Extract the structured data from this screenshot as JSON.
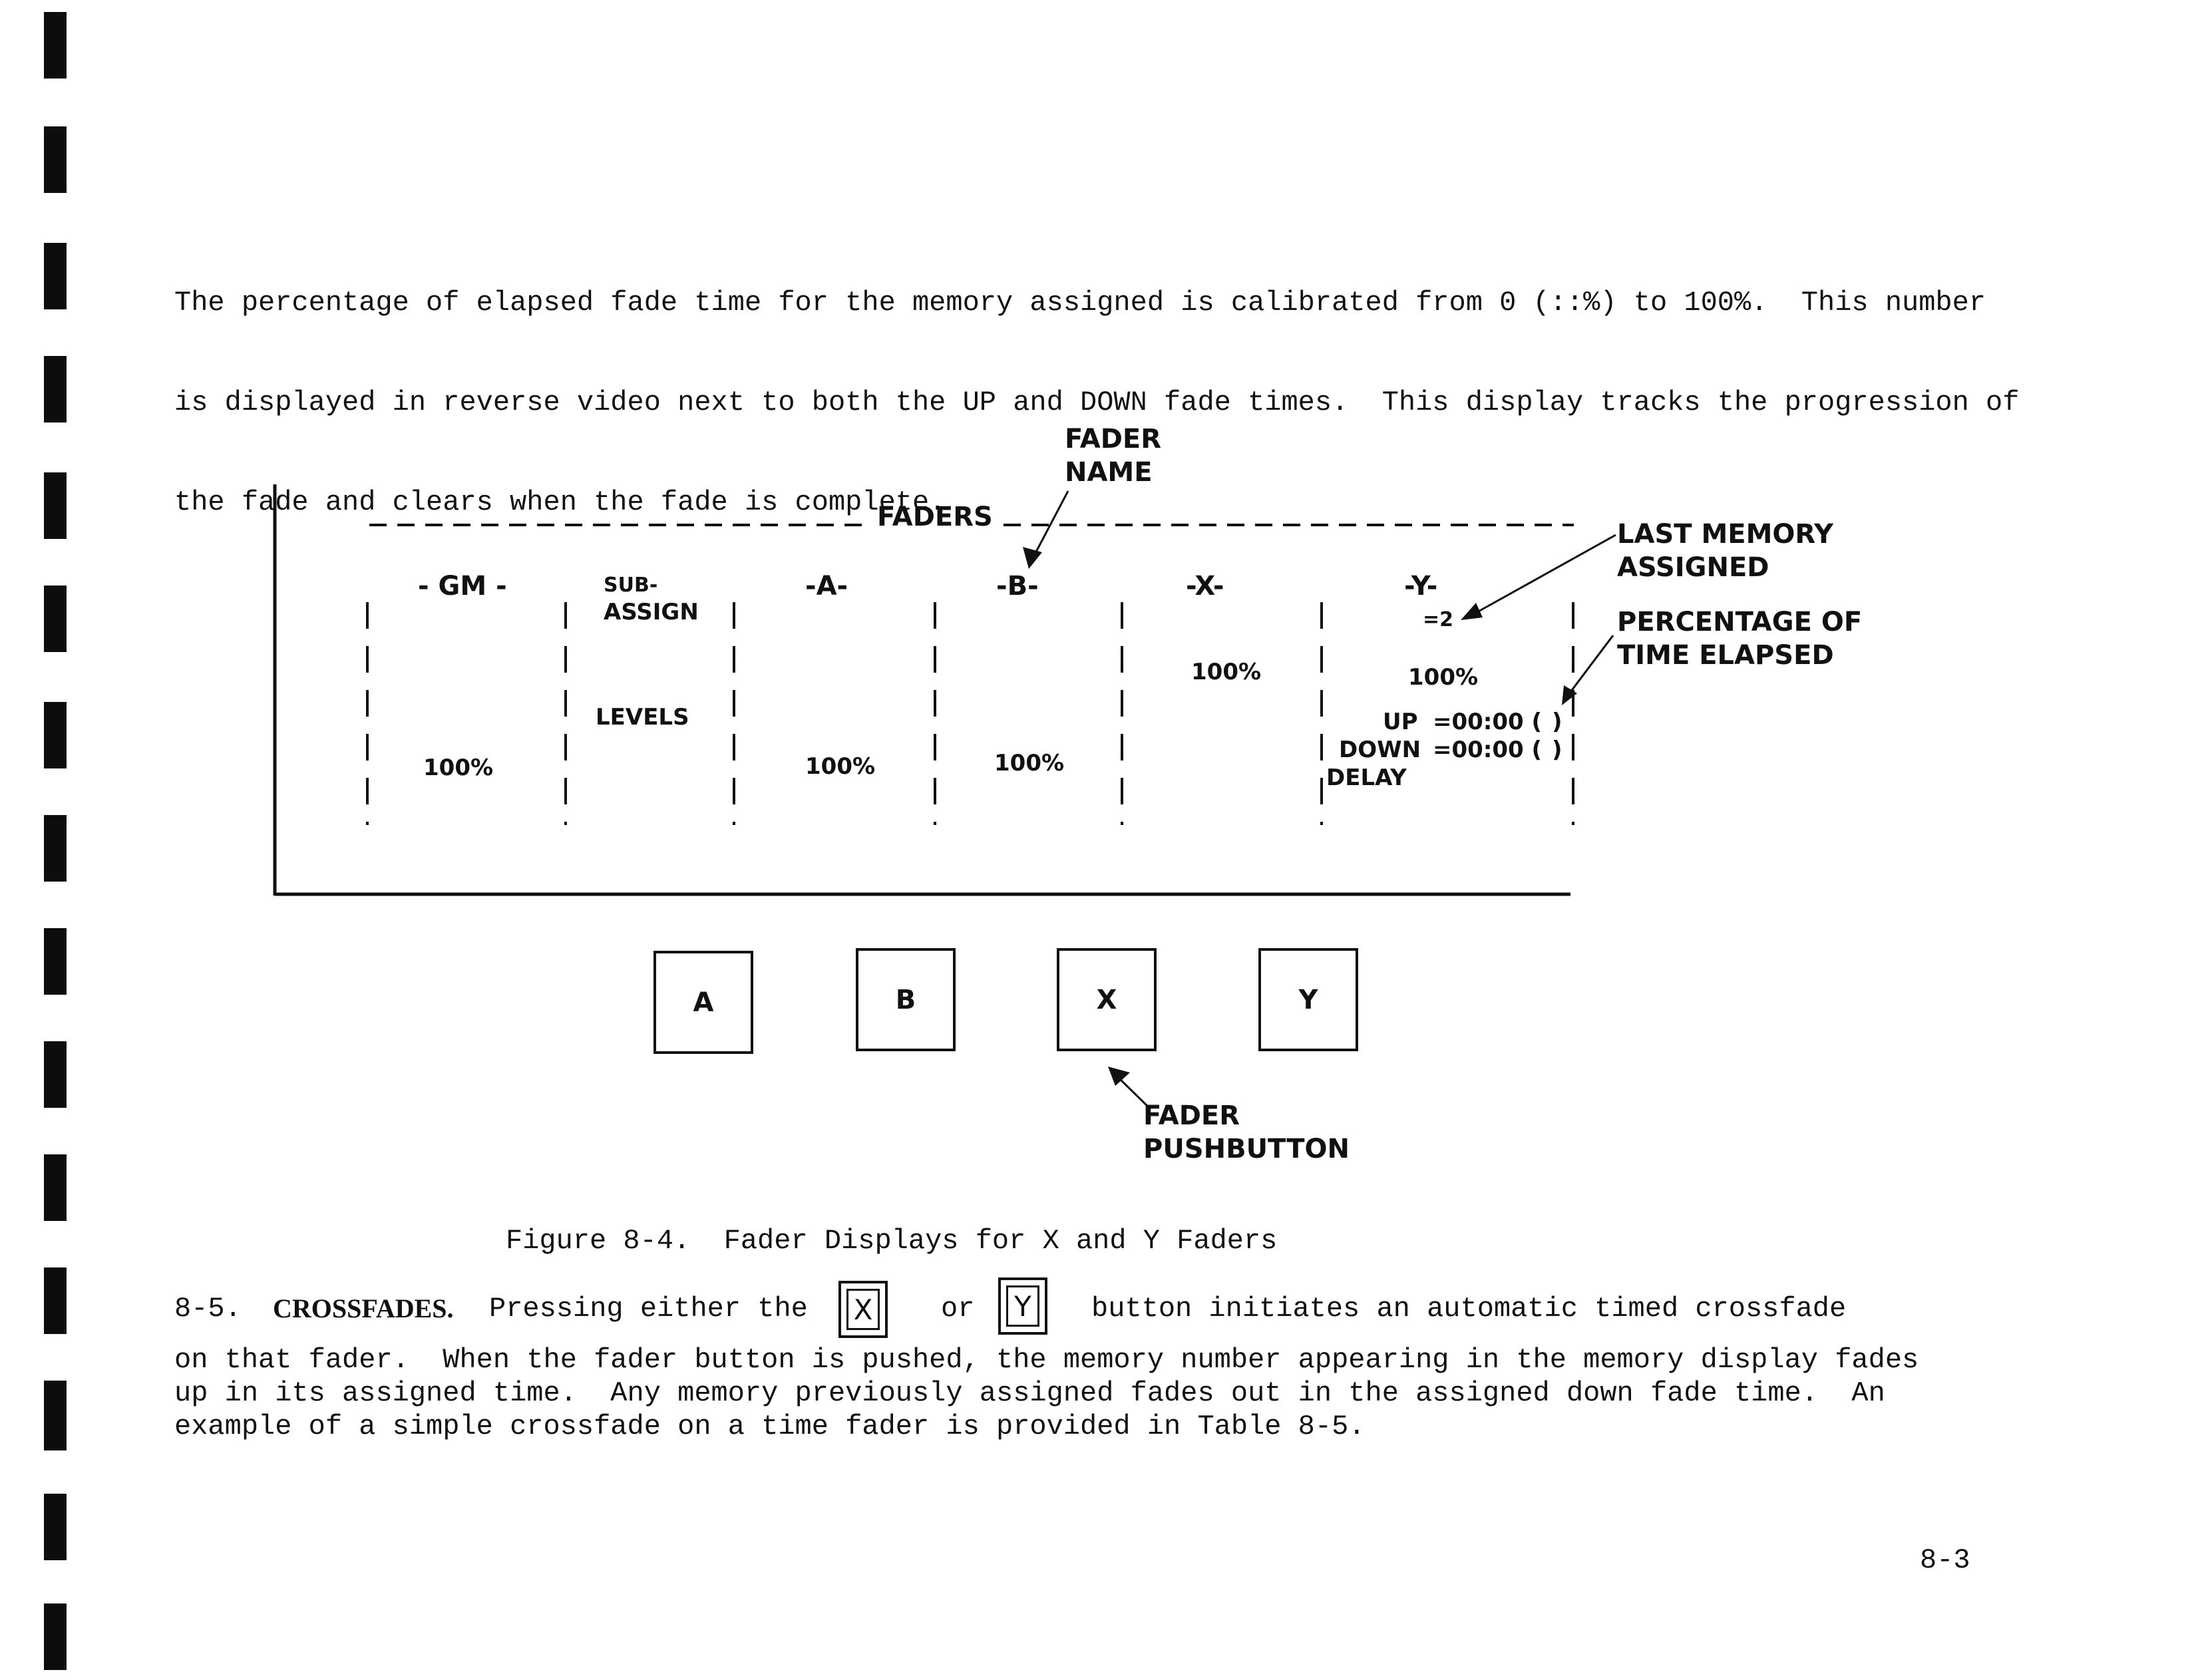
{
  "intro": {
    "line1": "The percentage of elapsed fade time for the memory assigned is calibrated from 0 (::%) to 100%.  This number",
    "line2": "is displayed in reverse video next to both the UP and DOWN fade times.  This display tracks the progression of",
    "line3": "the fade and clears when the fade is complete."
  },
  "figure": {
    "header_label": "FADERS",
    "callouts": {
      "fader_name_1": "FADER",
      "fader_name_2": "NAME",
      "last_memory_1": "LAST MEMORY",
      "last_memory_2": "ASSIGNED",
      "percentage_1": "PERCENTAGE OF",
      "percentage_2": "TIME ELAPSED",
      "pushbutton_1": "FADER",
      "pushbutton_2": "PUSHBUTTON"
    },
    "columns": {
      "gm": {
        "name": "- GM -",
        "level": "100%"
      },
      "sub": {
        "name1": "SUB-",
        "name2": "ASSIGN",
        "levels": "LEVELS"
      },
      "a": {
        "name": "-A-",
        "level": "100%"
      },
      "b": {
        "name": "-B-",
        "level": "100%"
      },
      "x": {
        "name": "-X-",
        "level": "100%"
      },
      "y": {
        "name": "-Y-",
        "memory": "=2",
        "level": "100%",
        "up_label": "UP",
        "up_time": "=00:00 (",
        "up_close": ")",
        "down_label": "DOWN",
        "down_time": "=00:00 (",
        "down_close": ")",
        "delay_label": "DELAY"
      }
    },
    "buttons": [
      "A",
      "B",
      "X",
      "Y"
    ],
    "caption": "Figure 8-4.  Fader Displays for X and Y Faders"
  },
  "section": {
    "number": "8-5.",
    "title": "CROSSFADES.",
    "line1_a": "Pressing either the",
    "key_x": "X",
    "line1_or": "or",
    "key_y": "Y",
    "line1_b": "button initiates an automatic timed crossfade",
    "line2": "on that fader.  When the fader button is pushed, the memory number appearing in the memory display fades",
    "line3": "up in its assigned time.  Any memory previously assigned fades out in the assigned down fade time.  An",
    "line4": "example of a simple crossfade on a time fader is provided in Table 8-5."
  },
  "page_number": "8-3"
}
